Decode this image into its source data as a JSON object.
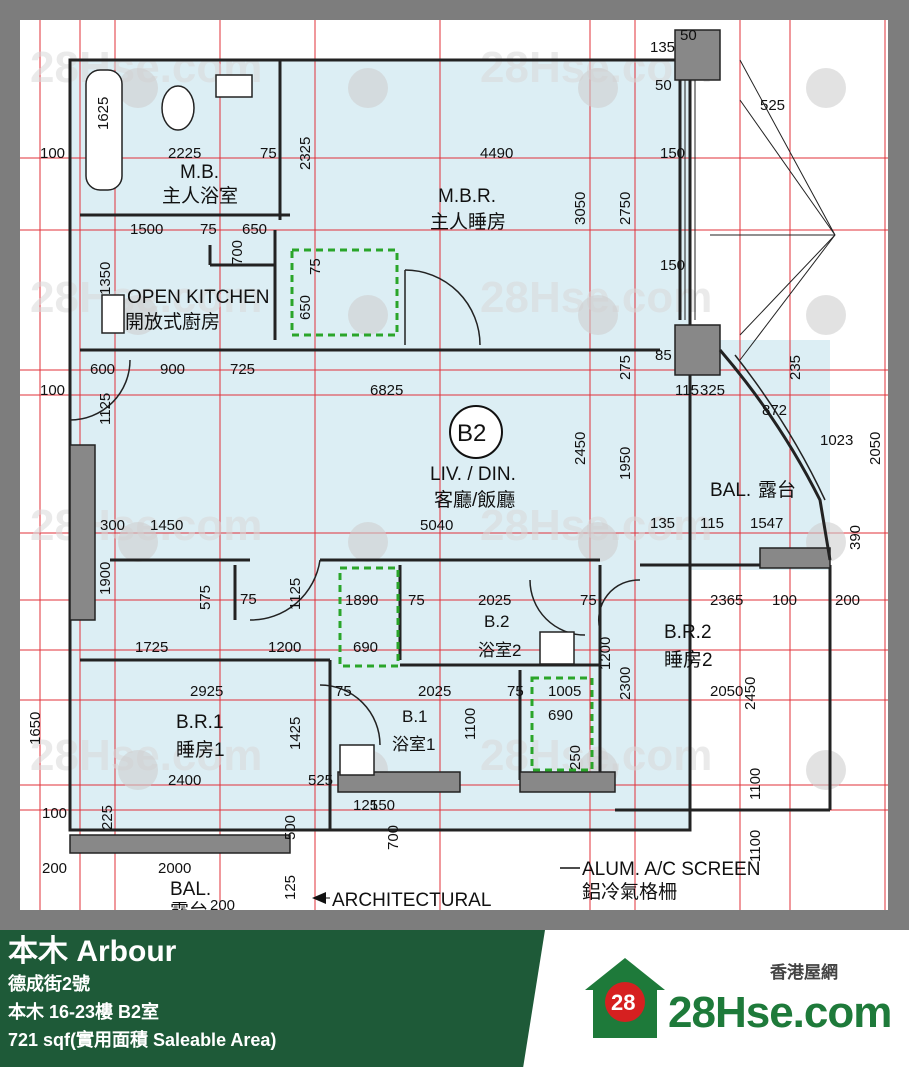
{
  "listing": {
    "building_name": "本木 Arbour",
    "address": "德成街2號",
    "unit": "本木 16-23樓 B2室",
    "area": "721 sqf(實用面積 Saleable Area)"
  },
  "brand": {
    "site": "28Hse.com",
    "site_cn": "香港屋網",
    "badge": "28",
    "green": "#1e5a38",
    "accent_red": "#d62020"
  },
  "floorplan": {
    "unit_badge": "B2",
    "rooms": [
      {
        "id": "mb",
        "en": "M.B.",
        "cn": "主人浴室"
      },
      {
        "id": "mbr",
        "en": "M.B.R.",
        "cn": "主人睡房"
      },
      {
        "id": "kitchen",
        "en": "OPEN KITCHEN",
        "cn": "開放式廚房"
      },
      {
        "id": "liv",
        "en": "LIV. / DIN.",
        "cn": "客廳/飯廳"
      },
      {
        "id": "bal",
        "en": "BAL.",
        "cn": "露台"
      },
      {
        "id": "b2",
        "en": "B.2",
        "cn": "浴室2"
      },
      {
        "id": "br2",
        "en": "B.R.2",
        "cn": "睡房2"
      },
      {
        "id": "br1",
        "en": "B.R.1",
        "cn": "睡房1"
      },
      {
        "id": "b1",
        "en": "B.1",
        "cn": "浴室1"
      },
      {
        "id": "bal2",
        "en": "BAL.",
        "cn": "露台"
      }
    ],
    "notes": {
      "screen_en": "ALUM. A/C SCREEN",
      "screen_cn": "鋁冷氣格柵",
      "architectural": "ARCHITECTURAL"
    },
    "dimensions": [
      "1625",
      "2225",
      "75",
      "2325",
      "4490",
      "150",
      "3050",
      "2750",
      "100",
      "1500",
      "75",
      "650",
      "700",
      "1350",
      "75",
      "650",
      "600",
      "900",
      "725",
      "100",
      "6825",
      "115",
      "325",
      "2450",
      "1950",
      "1125",
      "1023",
      "872",
      "2050",
      "300",
      "1450",
      "5040",
      "135",
      "115",
      "1547",
      "390",
      "1900",
      "575",
      "75",
      "1125",
      "1890",
      "75",
      "2025",
      "75",
      "2365",
      "100",
      "200",
      "1725",
      "1200",
      "690",
      "1200",
      "2300",
      "2450",
      "2925",
      "75",
      "2025",
      "75",
      "1005",
      "690",
      "2050",
      "1425",
      "1100",
      "1100",
      "250",
      "2400",
      "525",
      "125",
      "100",
      "225",
      "500",
      "700",
      "1100",
      "200",
      "2000",
      "125",
      "200",
      "50",
      "85",
      "235",
      "275",
      "135",
      "525",
      "50",
      "150",
      "1650",
      "150"
    ]
  }
}
